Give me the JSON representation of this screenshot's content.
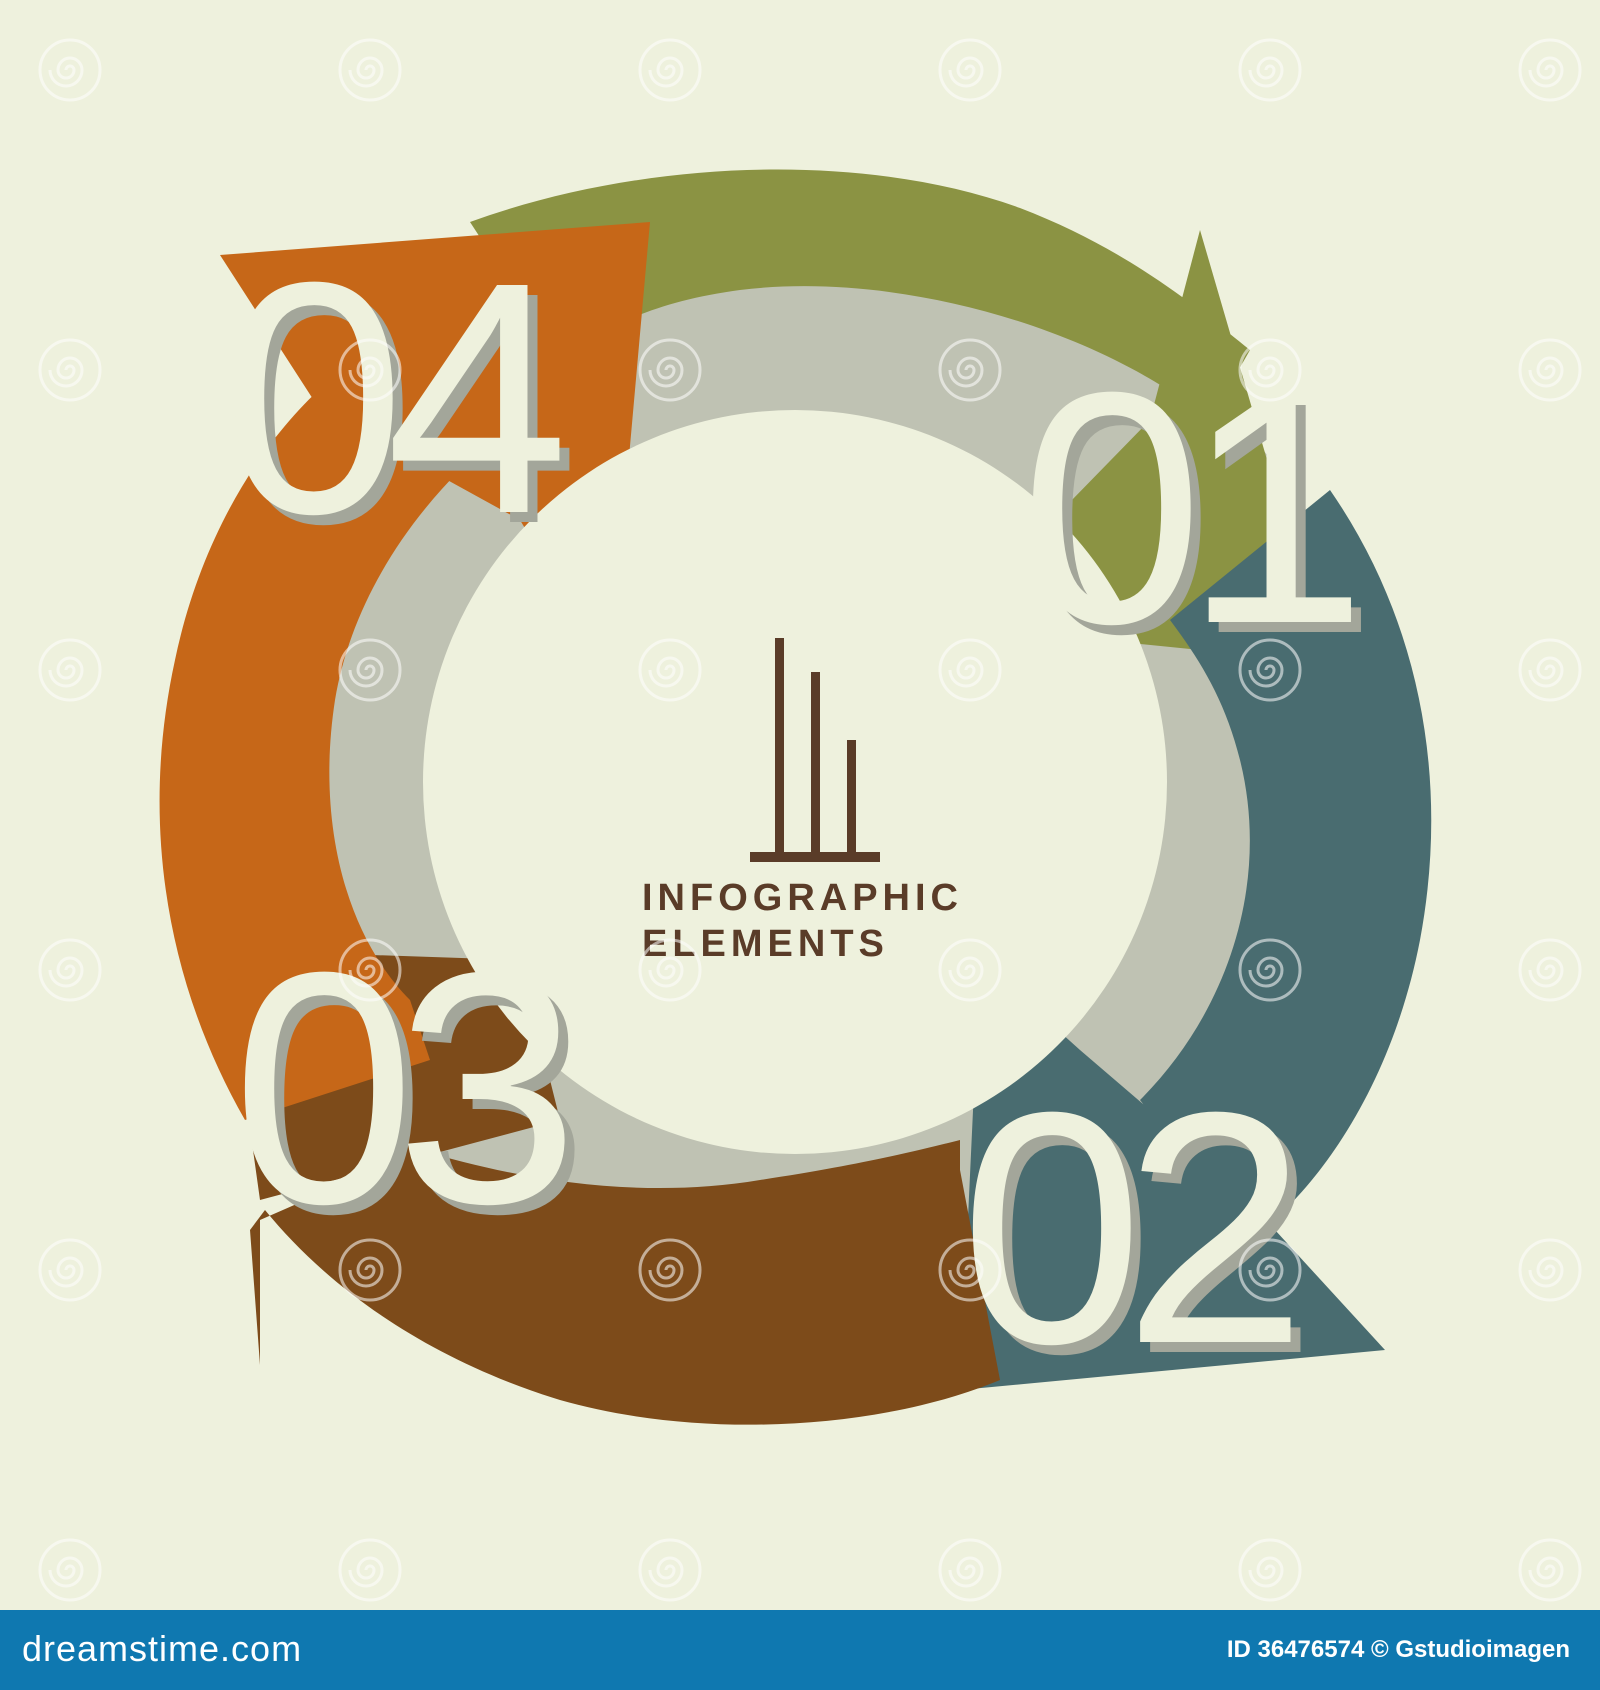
{
  "title_line1": "INFOGRAPHIC",
  "title_line2": "ELEMENTS",
  "steps": [
    {
      "label": "01",
      "color": "#8b9343"
    },
    {
      "label": "02",
      "color": "#496c70"
    },
    {
      "label": "03",
      "color": "#7d4b1a"
    },
    {
      "label": "04",
      "color": "#c66718"
    }
  ],
  "icon": "bar-chart-icon",
  "watermark_icon": "spiral-watermark-icon",
  "footer": {
    "brand": "dreamstime.com",
    "id_text": "ID 36476574 © Gstudioimagen"
  },
  "colors": {
    "background": "#eef1dd",
    "text_brown": "#5a3c28",
    "footer_bar": "#0f78b0"
  }
}
